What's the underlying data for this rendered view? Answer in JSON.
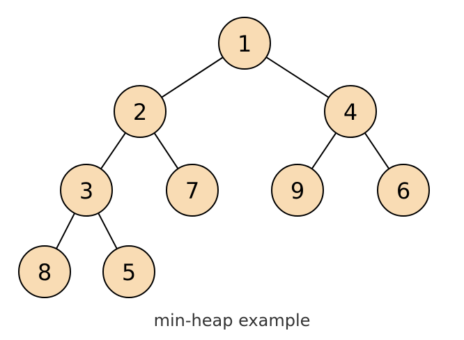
{
  "diagram": {
    "caption": "min-heap example",
    "node_fill": "#f9dcb4",
    "node_stroke": "#000000",
    "edge_color": "#000000",
    "nodes": [
      {
        "id": "n1",
        "label": "1"
      },
      {
        "id": "n2",
        "label": "2"
      },
      {
        "id": "n4",
        "label": "4"
      },
      {
        "id": "n3",
        "label": "3"
      },
      {
        "id": "n7",
        "label": "7"
      },
      {
        "id": "n9",
        "label": "9"
      },
      {
        "id": "n6",
        "label": "6"
      },
      {
        "id": "n8",
        "label": "8"
      },
      {
        "id": "n5",
        "label": "5"
      }
    ],
    "edges": [
      {
        "from": "n1",
        "to": "n2"
      },
      {
        "from": "n1",
        "to": "n4"
      },
      {
        "from": "n2",
        "to": "n3"
      },
      {
        "from": "n2",
        "to": "n7"
      },
      {
        "from": "n4",
        "to": "n9"
      },
      {
        "from": "n4",
        "to": "n6"
      },
      {
        "from": "n3",
        "to": "n8"
      },
      {
        "from": "n3",
        "to": "n5"
      }
    ]
  }
}
